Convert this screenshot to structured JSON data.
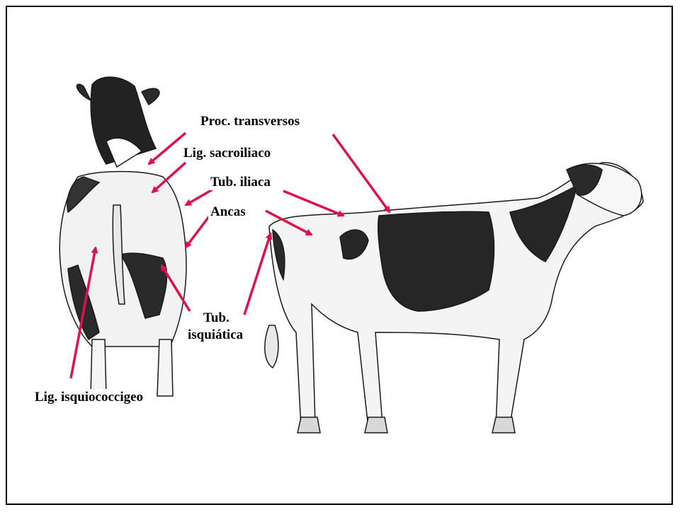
{
  "labels": {
    "proc_transversos": "Proc. transversos",
    "lig_sacroiliaco": "Lig. sacroiliaco",
    "tub_iliaca": "Tub. iliaca",
    "ancas": "Ancas",
    "tub_isquiatica_1": "Tub.",
    "tub_isquiatica_2": "isquiática",
    "lig_isquiococcigeo": "Lig. isquiococcigeo"
  },
  "colors": {
    "arrow": "#e0104a",
    "ink": "#1a1a1a",
    "border": "#000000"
  }
}
